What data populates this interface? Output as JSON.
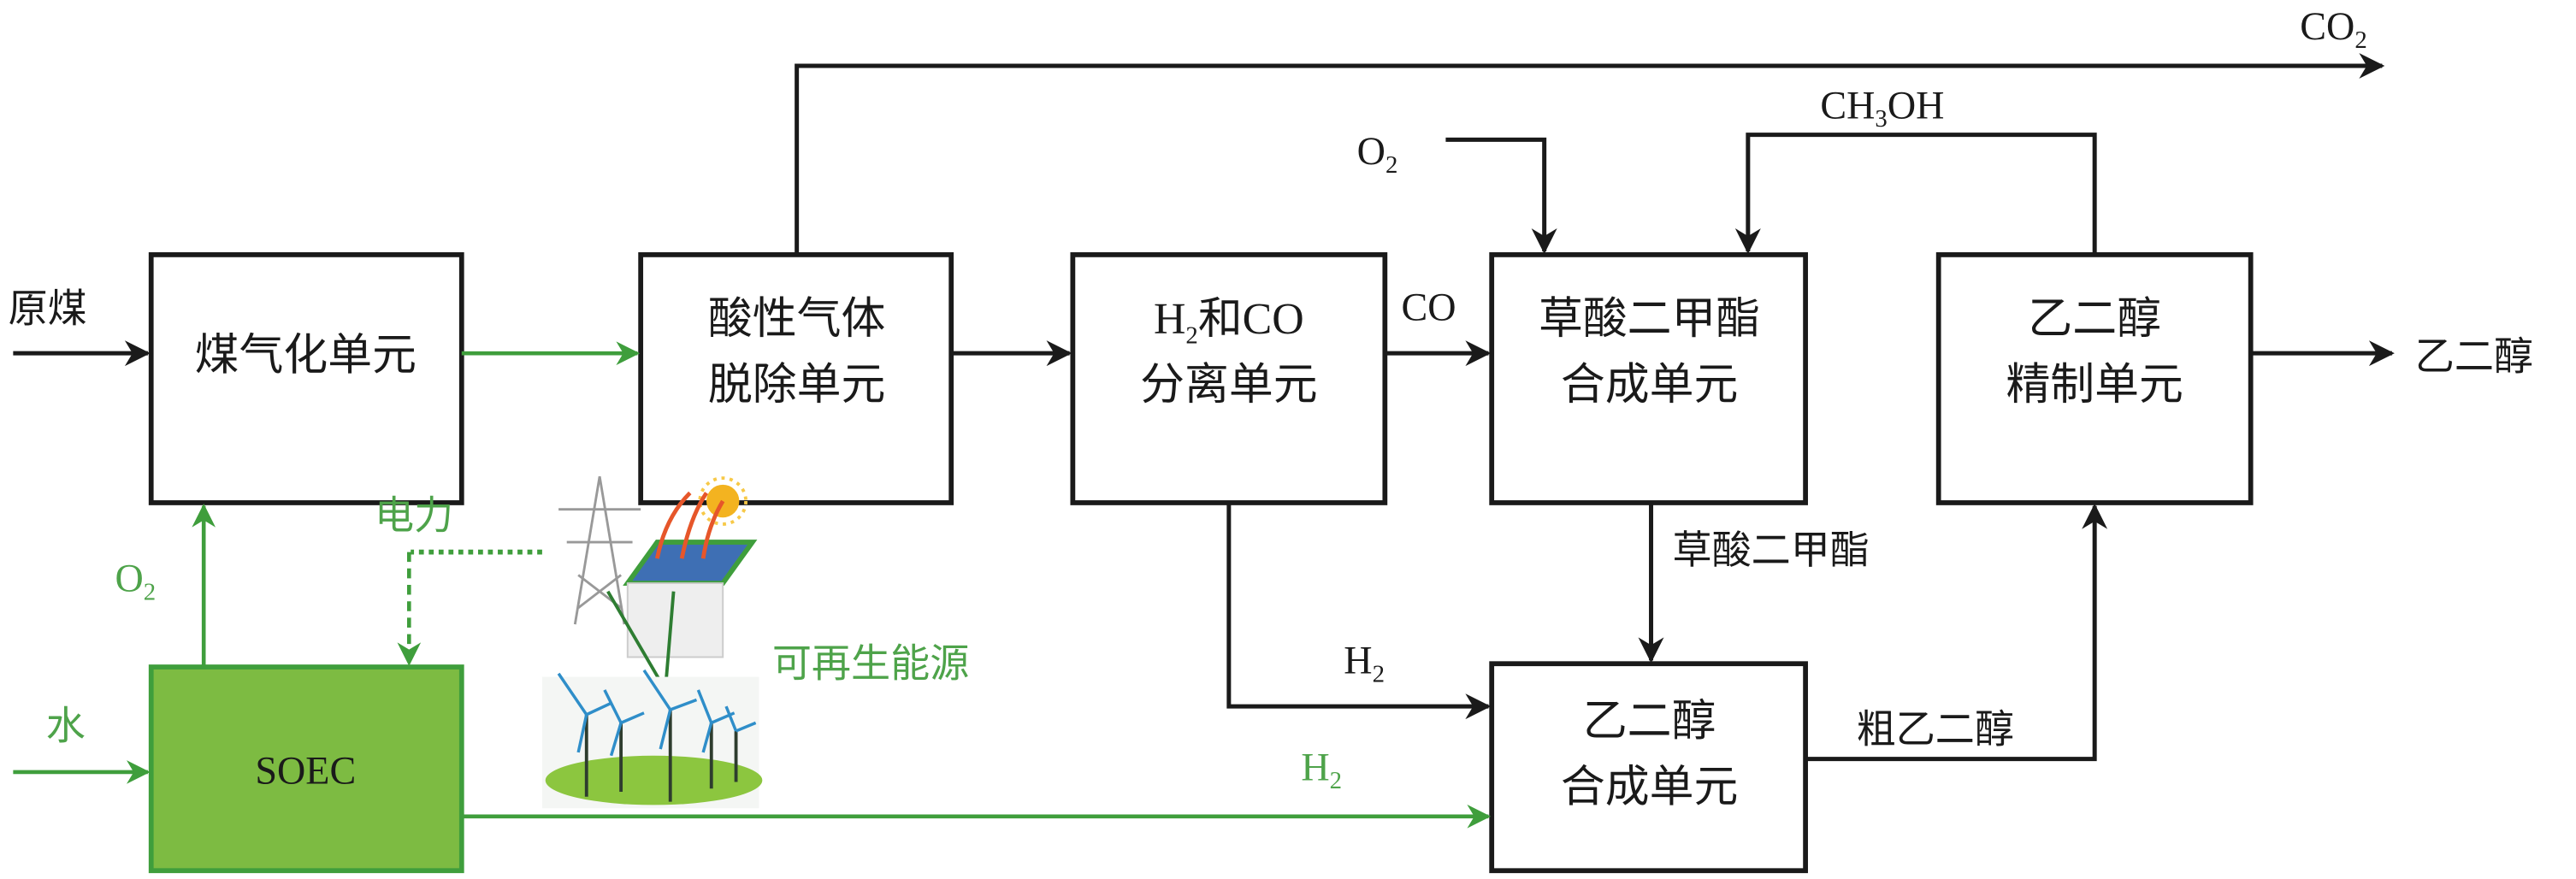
{
  "colors": {
    "line": "#1a1a1a",
    "green": "#3f9e3c",
    "soec_fill": "#7dbb42",
    "label_green": "#4ea34a"
  },
  "units": {
    "gasification": [
      "煤气化单元"
    ],
    "acid_gas": [
      "酸性气体",
      "脱除单元"
    ],
    "separation": {
      "line1_pre": "H",
      "line1_sub": "2",
      "line1_post": "和CO",
      "line2": "分离单元"
    },
    "dmo_synthesis": [
      "草酸二甲酯",
      "合成单元"
    ],
    "eg_refining": [
      "乙二醇",
      "精制单元"
    ],
    "eg_synthesis": [
      "乙二醇",
      "合成单元"
    ],
    "soec": "SOEC"
  },
  "streams": {
    "raw_coal": "原煤",
    "co2": {
      "main": "CO",
      "sub": "2"
    },
    "o2_top": {
      "main": "O",
      "sub": "2"
    },
    "ch3oh": {
      "pre": "CH",
      "sub": "3",
      "post": "OH"
    },
    "co": "CO",
    "product": "乙二醇",
    "dmo": "草酸二甲酯",
    "h2_sep": {
      "main": "H",
      "sub": "2"
    },
    "crude_eg": "粗乙二醇",
    "o2_soec": {
      "main": "O",
      "sub": "2"
    },
    "water": "水",
    "h2_soec": {
      "main": "H",
      "sub": "2"
    },
    "power": "电力",
    "renewables": "可再生能源"
  },
  "icons": [
    "power-tower-icon",
    "solar-house-icon",
    "sun-icon",
    "wind-turbines-icon"
  ]
}
